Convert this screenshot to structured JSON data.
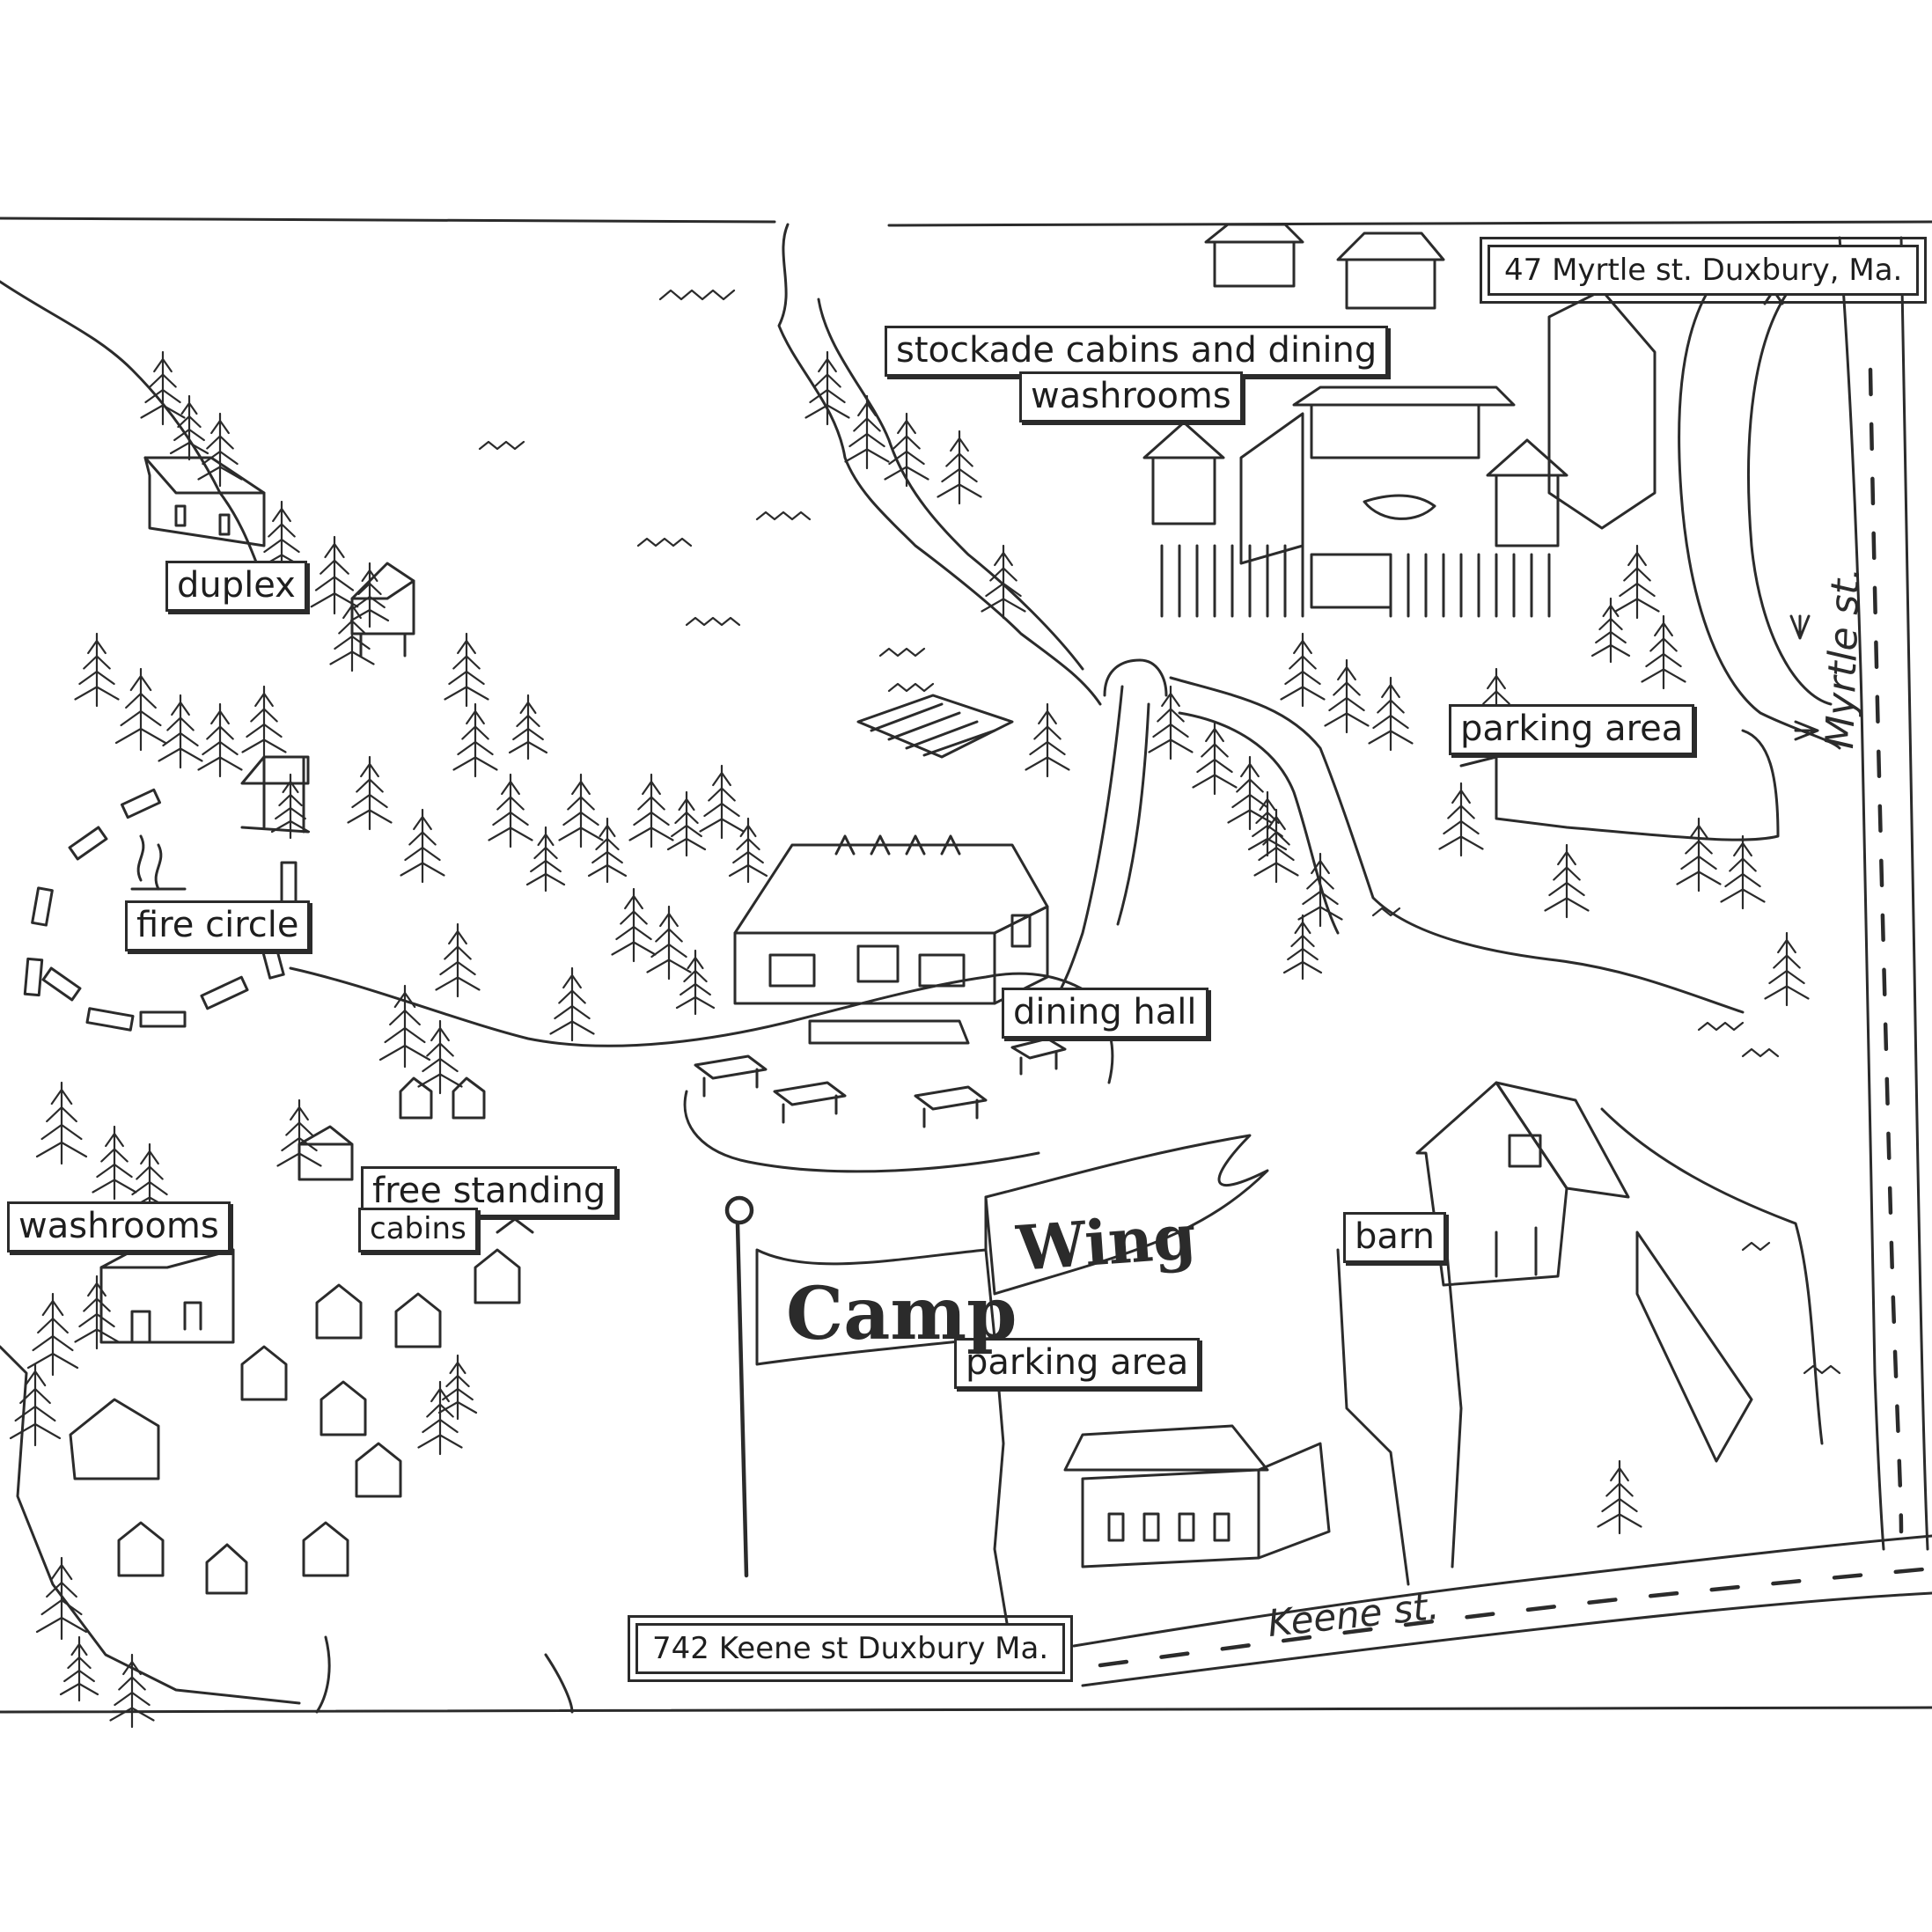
{
  "map": {
    "labels": {
      "stockade": "stockade cabins and dining",
      "washrooms_top": "washrooms",
      "duplex": "duplex",
      "fire_circle": "fire circle",
      "parking_top": "parking area",
      "dining_hall": "dining hall",
      "free_standing": "free standing",
      "cabins": "cabins",
      "washrooms_left": "washrooms",
      "barn": "barn",
      "parking_bottom": "parking area"
    },
    "addresses": {
      "myrtle": "47 Myrtle st. Duxbury, Ma.",
      "keene": "742 Keene st Duxbury Ma."
    },
    "roads": {
      "myrtle": "Myrtle st.",
      "keene": "Keene st."
    },
    "banner": {
      "word1": "Camp",
      "word2": "Wing"
    },
    "colors": {
      "ink": "#2b2b2b",
      "paper": "#ffffff"
    }
  }
}
